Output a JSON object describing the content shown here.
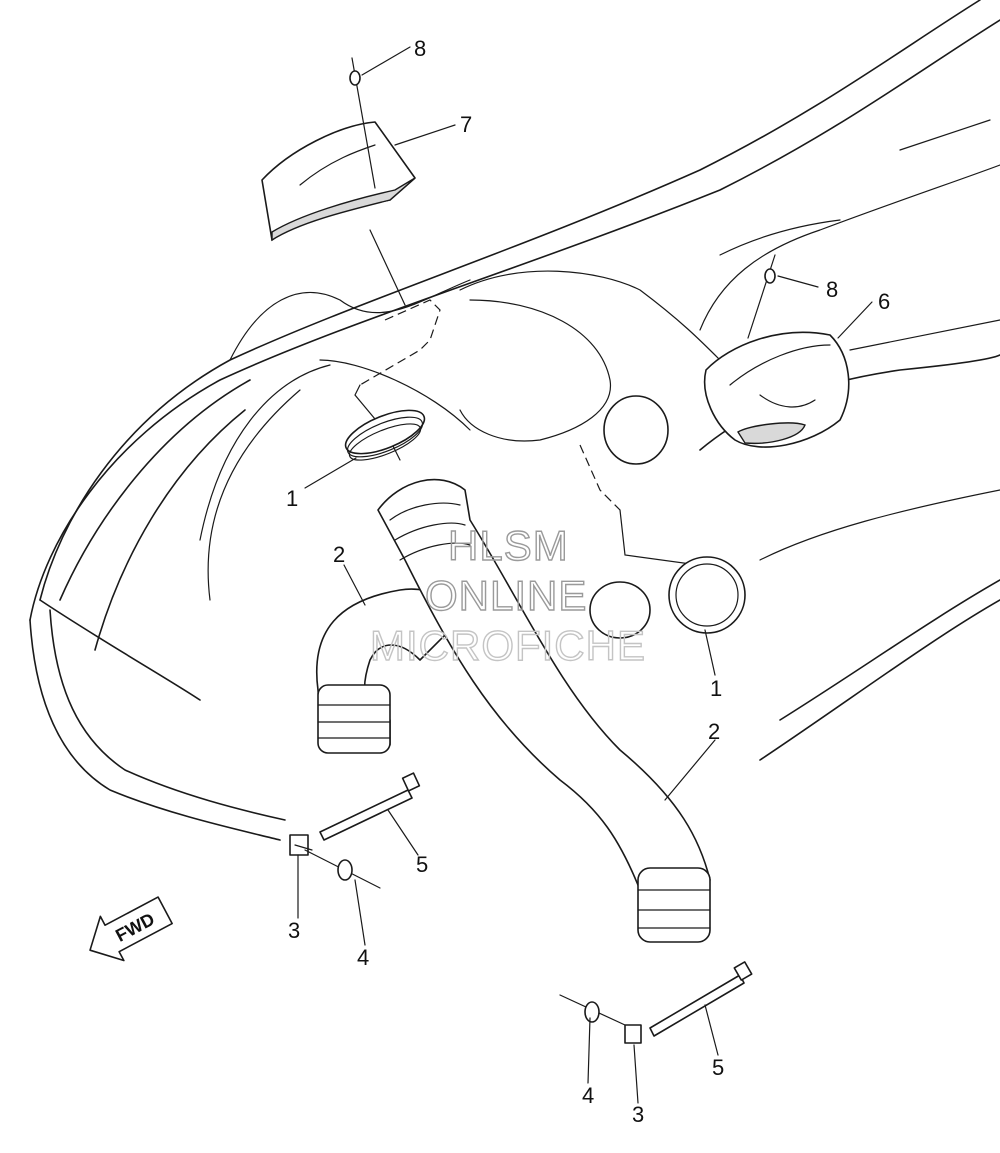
{
  "callouts": [
    {
      "id": "c8a",
      "text": "8"
    },
    {
      "id": "c7",
      "text": "7"
    },
    {
      "id": "c8b",
      "text": "8"
    },
    {
      "id": "c6",
      "text": "6"
    },
    {
      "id": "c1a",
      "text": "1"
    },
    {
      "id": "c2a",
      "text": "2"
    },
    {
      "id": "c1b",
      "text": "1"
    },
    {
      "id": "c2b",
      "text": "2"
    },
    {
      "id": "c5a",
      "text": "5"
    },
    {
      "id": "c3a",
      "text": "3"
    },
    {
      "id": "c4a",
      "text": "4"
    },
    {
      "id": "c4b",
      "text": "4"
    },
    {
      "id": "c3b",
      "text": "3"
    },
    {
      "id": "c5b",
      "text": "5"
    }
  ],
  "watermark": {
    "line1": "HLSM",
    "line2": "ONLINE",
    "line3": "MICROFICHE"
  },
  "direction_arrow": {
    "text": "FWD"
  },
  "colors": {
    "ink": "#1a1a1a",
    "watermark": "#9a9a9a",
    "background": "#ffffff"
  }
}
